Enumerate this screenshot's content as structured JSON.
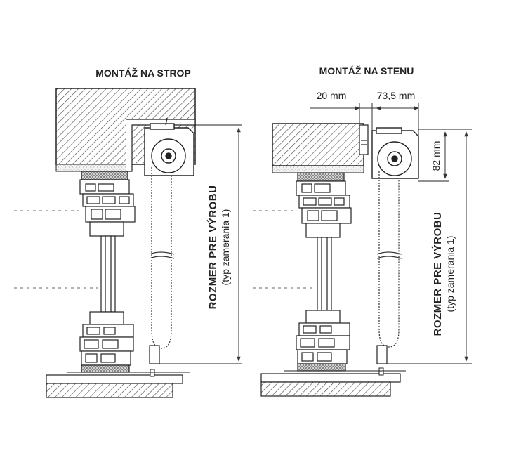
{
  "diagrams": [
    {
      "title": "MONTÁŽ NA STROP",
      "vertical_label": "ROZMER PRE VÝROBU",
      "vertical_sublabel": "(typ zamerania 1)"
    },
    {
      "title": "MONTÁŽ NA STENU",
      "vertical_label": "ROZMER PRE VÝROBU",
      "vertical_sublabel": "(typ zamerania 1)",
      "dim_left": "20 mm",
      "dim_right": "73,5 mm",
      "dim_height": "82 mm"
    }
  ]
}
